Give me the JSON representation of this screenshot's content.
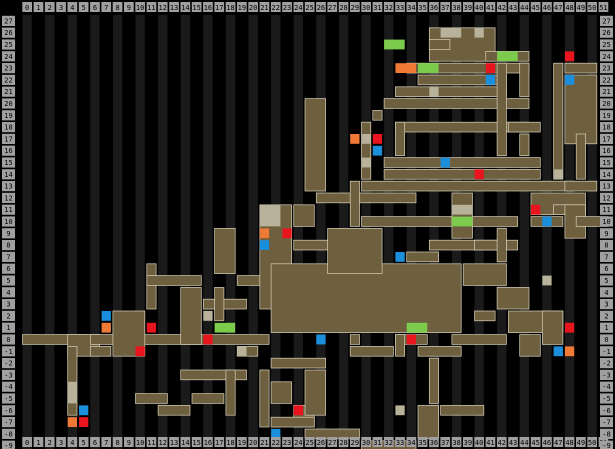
{
  "map": {
    "columns": [
      "0",
      "1",
      "2",
      "3",
      "4",
      "5",
      "6",
      "7",
      "8",
      "9",
      "10",
      "11",
      "12",
      "13",
      "14",
      "15",
      "16",
      "17",
      "18",
      "19",
      "20",
      "21",
      "22",
      "23",
      "24",
      "25",
      "26",
      "27",
      "28",
      "29",
      "30",
      "31",
      "32",
      "33",
      "34",
      "35",
      "36",
      "37",
      "38",
      "39",
      "40",
      "41",
      "42",
      "43",
      "44",
      "45",
      "46",
      "47",
      "48",
      "49",
      "50",
      "51"
    ],
    "rows": [
      "27",
      "26",
      "25",
      "24",
      "23",
      "22",
      "21",
      "20",
      "19",
      "18",
      "17",
      "16",
      "15",
      "14",
      "13",
      "12",
      "11",
      "10",
      "9",
      "8",
      "7",
      "6",
      "5",
      "4",
      "3",
      "2",
      "1",
      "0",
      "-1",
      "-2",
      "-3",
      "-4",
      "-5",
      "-6",
      "-7",
      "-8",
      "-9"
    ],
    "colors": {
      "background": "#000000",
      "grid_column_stripe": "#1a1a1a",
      "ruler": "#a0a0a0",
      "ruler_text": "#000000",
      "corridor": "#6e5f3f",
      "corridor_edge": "#d8d0b8",
      "room_unvisited": "#b9b29a",
      "save_room": "#e8141e",
      "warp_room": "#1c8fdc",
      "item_room": "#7ccb4c",
      "boss_room": "#ef7a35"
    },
    "corridors": [
      {
        "c": 0,
        "r": 0,
        "w": 6,
        "h": 1
      },
      {
        "c": 4,
        "r": -1,
        "w": 3,
        "h": 2
      },
      {
        "c": 4,
        "r": -6,
        "w": 1,
        "h": 6
      },
      {
        "c": 6,
        "r": 0,
        "w": 16,
        "h": 1
      },
      {
        "c": 8,
        "r": -1,
        "w": 3,
        "h": 4
      },
      {
        "c": 11,
        "r": 3,
        "w": 1,
        "h": 4
      },
      {
        "c": 11,
        "r": 5,
        "w": 5,
        "h": 1
      },
      {
        "c": 14,
        "r": 0,
        "w": 2,
        "h": 5
      },
      {
        "c": 16,
        "r": 3,
        "w": 4,
        "h": 1
      },
      {
        "c": 17,
        "r": 6,
        "w": 2,
        "h": 4
      },
      {
        "c": 17,
        "r": 2,
        "w": 1,
        "h": 3
      },
      {
        "c": 19,
        "r": 5,
        "w": 4,
        "h": 1
      },
      {
        "c": 21,
        "r": 3,
        "w": 3,
        "h": 9
      },
      {
        "c": 22,
        "r": 1,
        "w": 17,
        "h": 6
      },
      {
        "c": 25,
        "r": 13,
        "w": 2,
        "h": 8
      },
      {
        "c": 26,
        "r": 12,
        "w": 9,
        "h": 1
      },
      {
        "c": 24,
        "r": 8,
        "w": 4,
        "h": 1
      },
      {
        "c": 24,
        "r": 10,
        "w": 2,
        "h": 2
      },
      {
        "c": 27,
        "r": 6,
        "w": 5,
        "h": 4
      },
      {
        "c": 34,
        "r": 7,
        "w": 3,
        "h": 1
      },
      {
        "c": 36,
        "r": 8,
        "w": 8,
        "h": 1
      },
      {
        "c": 30,
        "r": 13,
        "w": 19,
        "h": 1
      },
      {
        "c": 30,
        "r": 10,
        "w": 14,
        "h": 1
      },
      {
        "c": 30,
        "r": 14,
        "w": 1,
        "h": 5
      },
      {
        "c": 31,
        "r": 19,
        "w": 1,
        "h": 1
      },
      {
        "c": 29,
        "r": 10,
        "w": 1,
        "h": 4
      },
      {
        "c": 32,
        "r": 14,
        "w": 14,
        "h": 1
      },
      {
        "c": 32,
        "r": 15,
        "w": 14,
        "h": 1
      },
      {
        "c": 33,
        "r": 18,
        "w": 12,
        "h": 1
      },
      {
        "c": 33,
        "r": 16,
        "w": 1,
        "h": 3
      },
      {
        "c": 32,
        "r": 20,
        "w": 13,
        "h": 1
      },
      {
        "c": 33,
        "r": 21,
        "w": 10,
        "h": 1
      },
      {
        "c": 35,
        "r": 22,
        "w": 8,
        "h": 1
      },
      {
        "c": 34,
        "r": 23,
        "w": 11,
        "h": 1
      },
      {
        "c": 36,
        "r": 24,
        "w": 6,
        "h": 3
      },
      {
        "c": 36,
        "r": 25,
        "w": 2,
        "h": 1
      },
      {
        "c": 41,
        "r": 24,
        "w": 4,
        "h": 1
      },
      {
        "c": 42,
        "r": 16,
        "w": 1,
        "h": 8
      },
      {
        "c": 43,
        "r": 18,
        "w": 3,
        "h": 1
      },
      {
        "c": 44,
        "r": 21,
        "w": 1,
        "h": 3
      },
      {
        "c": 44,
        "r": 16,
        "w": 1,
        "h": 2
      },
      {
        "c": 45,
        "r": 10,
        "w": 3,
        "h": 1
      },
      {
        "c": 45,
        "r": 11,
        "w": 5,
        "h": 2
      },
      {
        "c": 47,
        "r": 11,
        "w": 3,
        "h": 1
      },
      {
        "c": 47,
        "r": 14,
        "w": 1,
        "h": 10
      },
      {
        "c": 48,
        "r": 17,
        "w": 3,
        "h": 6
      },
      {
        "c": 48,
        "r": 23,
        "w": 3,
        "h": 1
      },
      {
        "c": 49,
        "r": 14,
        "w": 1,
        "h": 4
      },
      {
        "c": 48,
        "r": 9,
        "w": 2,
        "h": 3
      },
      {
        "c": 48,
        "r": 13,
        "w": 3,
        "h": 1
      },
      {
        "c": 49,
        "r": 10,
        "w": 3,
        "h": 1
      },
      {
        "c": 38,
        "r": 9,
        "w": 2,
        "h": 4
      },
      {
        "c": 40,
        "r": 8,
        "w": 3,
        "h": 1
      },
      {
        "c": 42,
        "r": 7,
        "w": 1,
        "h": 3
      },
      {
        "c": 39,
        "r": 5,
        "w": 4,
        "h": 2
      },
      {
        "c": 42,
        "r": 3,
        "w": 3,
        "h": 2
      },
      {
        "c": 43,
        "r": 1,
        "w": 5,
        "h": 2
      },
      {
        "c": 46,
        "r": 0,
        "w": 2,
        "h": 3
      },
      {
        "c": 44,
        "r": -1,
        "w": 2,
        "h": 2
      },
      {
        "c": 40,
        "r": 2,
        "w": 2,
        "h": 1
      },
      {
        "c": 38,
        "r": 0,
        "w": 5,
        "h": 1
      },
      {
        "c": 33,
        "r": 0,
        "w": 3,
        "h": 1
      },
      {
        "c": 35,
        "r": -1,
        "w": 4,
        "h": 1
      },
      {
        "c": 36,
        "r": -5,
        "w": 1,
        "h": 4
      },
      {
        "c": 37,
        "r": -6,
        "w": 4,
        "h": 1
      },
      {
        "c": 36,
        "r": -6,
        "w": 1,
        "h": 1
      },
      {
        "c": 35,
        "r": -8,
        "w": 2,
        "h": 3
      },
      {
        "c": 30,
        "r": -9,
        "w": 5,
        "h": 1
      },
      {
        "c": 25,
        "r": -8,
        "w": 5,
        "h": 1
      },
      {
        "c": 24,
        "r": -7,
        "w": 2,
        "h": 2
      },
      {
        "c": 22,
        "r": -5,
        "w": 2,
        "h": 2
      },
      {
        "c": 22,
        "r": -7,
        "w": 4,
        "h": 1
      },
      {
        "c": 22,
        "r": -2,
        "w": 5,
        "h": 1
      },
      {
        "c": 25,
        "r": -6,
        "w": 2,
        "h": 4
      },
      {
        "c": 21,
        "r": -7,
        "w": 1,
        "h": 5
      },
      {
        "c": 19,
        "r": -1,
        "w": 2,
        "h": 1
      },
      {
        "c": 14,
        "r": -3,
        "w": 6,
        "h": 1
      },
      {
        "c": 18,
        "r": -6,
        "w": 1,
        "h": 4
      },
      {
        "c": 15,
        "r": -5,
        "w": 3,
        "h": 1
      },
      {
        "c": 10,
        "r": -5,
        "w": 3,
        "h": 1
      },
      {
        "c": 12,
        "r": -6,
        "w": 3,
        "h": 1
      },
      {
        "c": 29,
        "r": -1,
        "w": 4,
        "h": 1
      },
      {
        "c": 29,
        "r": 0,
        "w": 1,
        "h": 1
      },
      {
        "c": 33,
        "r": -1,
        "w": 1,
        "h": 2
      },
      {
        "c": 6,
        "r": -1,
        "w": 2,
        "h": 1
      }
    ],
    "rooms_unvisited": [
      {
        "c": 21,
        "r": 10,
        "w": 2,
        "h": 2
      },
      {
        "c": 30,
        "r": 17,
        "w": 1,
        "h": 1
      },
      {
        "c": 30,
        "r": 15,
        "w": 1,
        "h": 1
      },
      {
        "c": 37,
        "r": 26,
        "w": 2,
        "h": 1
      },
      {
        "c": 40,
        "r": 26,
        "w": 1,
        "h": 1
      },
      {
        "c": 36,
        "r": 21,
        "w": 1,
        "h": 1
      },
      {
        "c": 38,
        "r": 11,
        "w": 2,
        "h": 1
      },
      {
        "c": 46,
        "r": 5,
        "w": 1,
        "h": 1
      },
      {
        "c": 19,
        "r": -1,
        "w": 1,
        "h": 1
      },
      {
        "c": 16,
        "r": 2,
        "w": 1,
        "h": 1
      },
      {
        "c": 4,
        "r": -5,
        "w": 1,
        "h": 2
      },
      {
        "c": 33,
        "r": -6,
        "w": 1,
        "h": 1
      },
      {
        "c": 47,
        "r": 14,
        "w": 1,
        "h": 1
      }
    ],
    "rooms_save": [
      {
        "c": 23,
        "r": 9,
        "w": 1,
        "h": 1
      },
      {
        "c": 11,
        "r": 1,
        "w": 1,
        "h": 1
      },
      {
        "c": 10,
        "r": -1,
        "w": 1,
        "h": 1
      },
      {
        "c": 16,
        "r": 0,
        "w": 1,
        "h": 1
      },
      {
        "c": 5,
        "r": -7,
        "w": 1,
        "h": 1
      },
      {
        "c": 24,
        "r": -6,
        "w": 1,
        "h": 1
      },
      {
        "c": 34,
        "r": 0,
        "w": 1,
        "h": 1
      },
      {
        "c": 41,
        "r": 23,
        "w": 1,
        "h": 1
      },
      {
        "c": 40,
        "r": 14,
        "w": 1,
        "h": 1
      },
      {
        "c": 45,
        "r": 11,
        "w": 1,
        "h": 1
      },
      {
        "c": 48,
        "r": 24,
        "w": 1,
        "h": 1
      },
      {
        "c": 48,
        "r": 1,
        "w": 1,
        "h": 1
      },
      {
        "c": 31,
        "r": 17,
        "w": 1,
        "h": 1
      }
    ],
    "rooms_warp": [
      {
        "c": 7,
        "r": 2,
        "w": 1,
        "h": 1
      },
      {
        "c": 5,
        "r": -6,
        "w": 1,
        "h": 1
      },
      {
        "c": 21,
        "r": 8,
        "w": 1,
        "h": 1
      },
      {
        "c": 26,
        "r": 0,
        "w": 1,
        "h": 1
      },
      {
        "c": 22,
        "r": -8,
        "w": 1,
        "h": 1
      },
      {
        "c": 33,
        "r": 7,
        "w": 1,
        "h": 1
      },
      {
        "c": 31,
        "r": 16,
        "w": 1,
        "h": 1
      },
      {
        "c": 37,
        "r": 15,
        "w": 1,
        "h": 1
      },
      {
        "c": 41,
        "r": 22,
        "w": 1,
        "h": 1
      },
      {
        "c": 48,
        "r": 22,
        "w": 1,
        "h": 1
      },
      {
        "c": 46,
        "r": 10,
        "w": 1,
        "h": 1
      },
      {
        "c": 47,
        "r": -1,
        "w": 1,
        "h": 1
      }
    ],
    "rooms_item": [
      {
        "c": 17,
        "r": 1,
        "w": 2,
        "h": 1
      },
      {
        "c": 34,
        "r": 1,
        "w": 2,
        "h": 1
      },
      {
        "c": 32,
        "r": 25,
        "w": 2,
        "h": 1
      },
      {
        "c": 35,
        "r": 23,
        "w": 2,
        "h": 1
      },
      {
        "c": 42,
        "r": 24,
        "w": 2,
        "h": 1
      },
      {
        "c": 38,
        "r": 10,
        "w": 2,
        "h": 1
      }
    ],
    "rooms_boss": [
      {
        "c": 7,
        "r": 1,
        "w": 1,
        "h": 1
      },
      {
        "c": 4,
        "r": -7,
        "w": 1,
        "h": 1
      },
      {
        "c": 21,
        "r": 9,
        "w": 1,
        "h": 1
      },
      {
        "c": 33,
        "r": 23,
        "w": 2,
        "h": 1
      },
      {
        "c": 29,
        "r": 17,
        "w": 1,
        "h": 1
      },
      {
        "c": 48,
        "r": -1,
        "w": 1,
        "h": 1
      }
    ]
  }
}
